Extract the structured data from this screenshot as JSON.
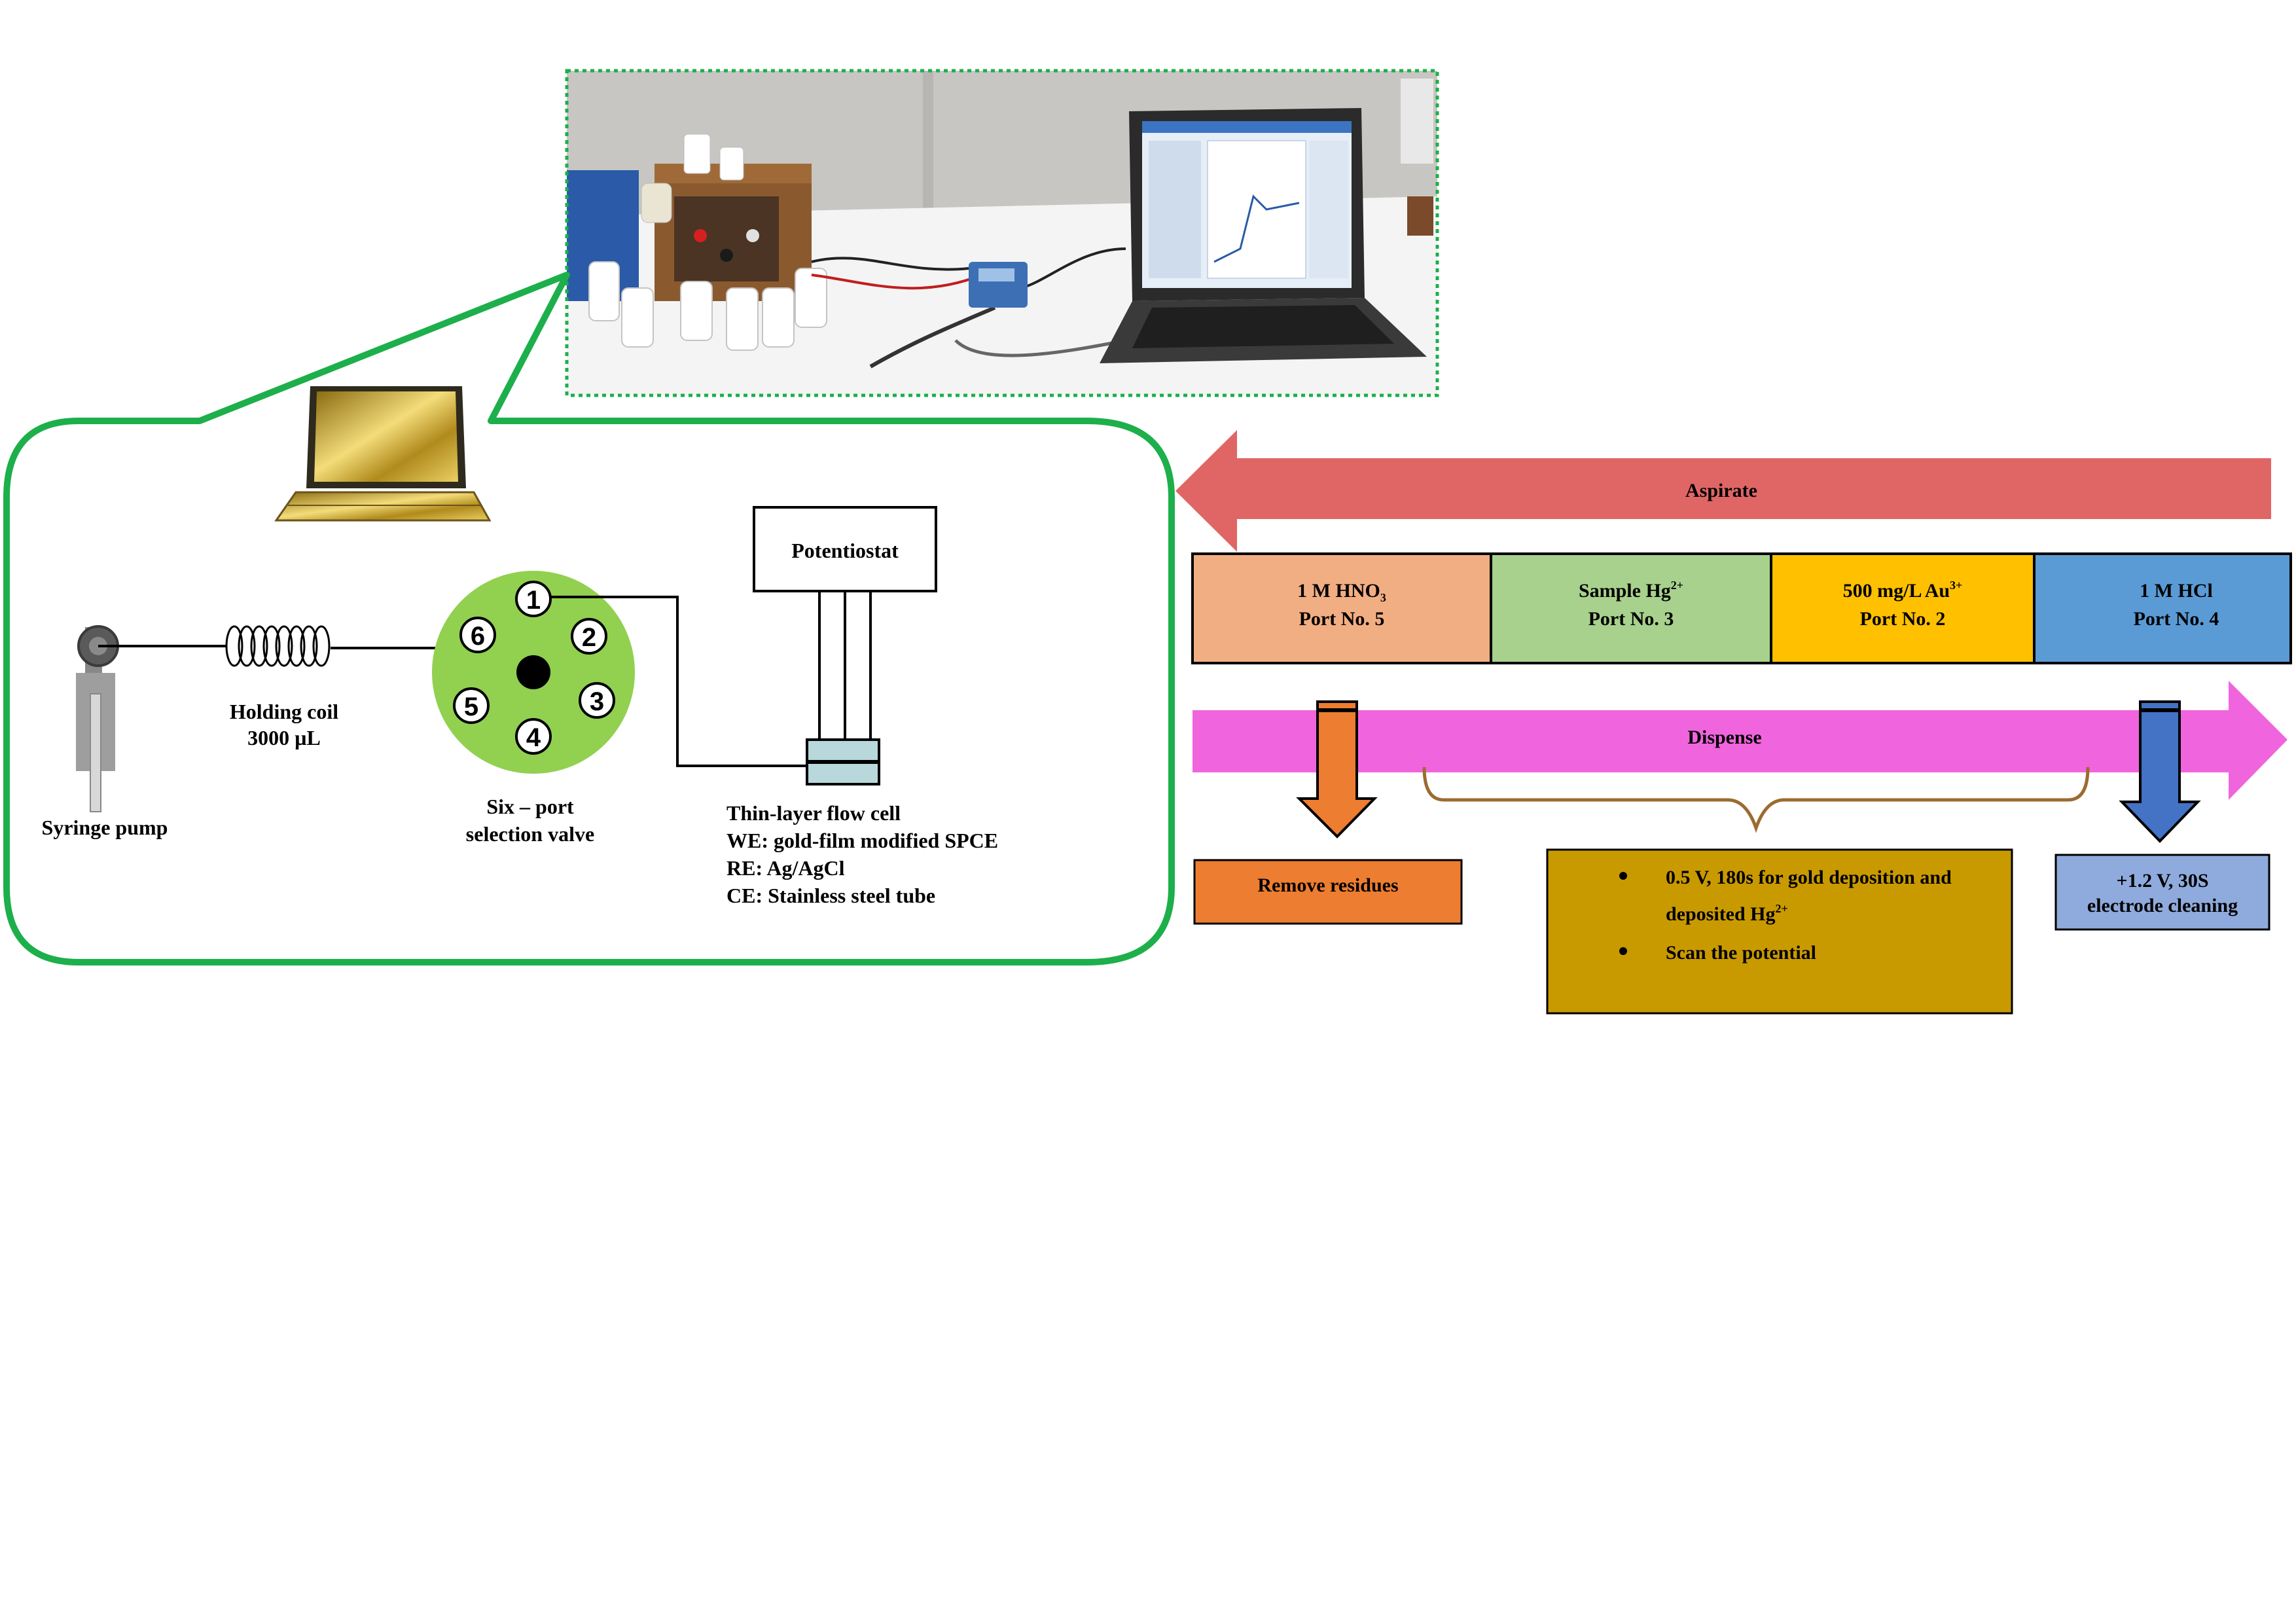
{
  "laptop_screen_title": "",
  "flow_system": {
    "syringe_pump": "Syringe pump",
    "holding_coil": {
      "line1": "Holding coil",
      "line2": "3000 µL"
    },
    "valve": {
      "line1": "Six – port",
      "line2": "selection valve",
      "ports": [
        "1",
        "2",
        "3",
        "4",
        "5",
        "6"
      ]
    },
    "potentiostat": "Potentiostat",
    "flow_cell": {
      "title": "Thin-layer flow cell",
      "we": "WE: gold-film modified SPCE",
      "re": "RE: Ag/AgCl",
      "ce": "CE: Stainless steel tube"
    }
  },
  "sequence": {
    "aspirate": "Aspirate",
    "dispense": "Dispense",
    "ports": [
      {
        "line1_main": "1 M HNO",
        "line1_sub": "3",
        "line2": "Port No. 5",
        "color": "#F2AE83"
      },
      {
        "line1_main": "Sample Hg",
        "line1_sup": "2+",
        "line2": "Port No. 3",
        "color": "#A8D18D"
      },
      {
        "line1_main": "500 mg/L Au",
        "line1_sup": "3+",
        "line2": "Port No. 2",
        "color": "#FFC000"
      },
      {
        "line1_main": "1 M HCl",
        "line2": "Port No. 4",
        "color": "#5B9BD5"
      }
    ],
    "steps": {
      "remove": "Remove residues",
      "deposition_bullet1_line1": "0.5 V, 180s for gold deposition and",
      "deposition_bullet1_line2": "deposited Hg",
      "deposition_bullet1_sup": "2+",
      "deposition_bullet2": "Scan the potential",
      "cleaning_line1": "+1.2 V, 30S",
      "cleaning_line2": "electrode cleaning"
    }
  },
  "colors": {
    "callout_green": "#1DAF4B",
    "aspirate_arrow": "#E06666",
    "dispense_arrow": "#F065DD",
    "remove_box": "#ED7D31",
    "deposition_box": "#C99A00",
    "cleaning_box": "#8FAADC",
    "orange_arrow": "#ED7D31",
    "blue_arrow": "#4472C4",
    "brace": "#9C6B30",
    "valve_green": "#92D050"
  }
}
